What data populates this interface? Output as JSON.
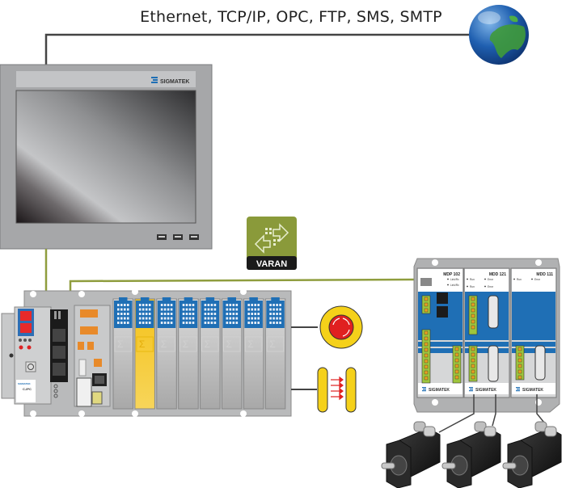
{
  "diagram": {
    "network_label": "Ethernet, TCP/IP, OPC, FTP, SMS, SMTP",
    "bus_label": "VARAN",
    "colors": {
      "varan_green": "#8a9a3a",
      "bus_line": "#8f9d3e",
      "net_line": "#444444",
      "module_blue": "#1f6fb5",
      "safety_yellow": "#f5c518",
      "estop_red": "#e02020",
      "panel_gray": "#a9aaab"
    },
    "hmi_panel": {
      "brand": "SIGMATEK",
      "usb_ports": 3
    },
    "controller": {
      "brand": "SIGMATEK",
      "model": "C-IPC",
      "io_modules": 8,
      "safety_module_index": 1
    },
    "remote_io": {
      "modules": [
        {
          "name": "MDP 102",
          "leds": [
            "Link/Rx",
            "Link/Rx"
          ]
        },
        {
          "name": "MDD 121",
          "leds": [
            "Run",
            "Error",
            "Run",
            "Error"
          ]
        },
        {
          "name": "MDD 111",
          "leds": [
            "Run",
            "Error"
          ]
        }
      ],
      "brand": "SIGMATEK"
    },
    "safety_devices": [
      {
        "name": "Emergency Stop"
      },
      {
        "name": "Light Curtain"
      }
    ],
    "motors": [
      {
        "name": "Servo Motor 1"
      },
      {
        "name": "Servo Motor 2"
      },
      {
        "name": "Servo Motor 3"
      }
    ],
    "internet": {
      "name": "Globe"
    }
  }
}
